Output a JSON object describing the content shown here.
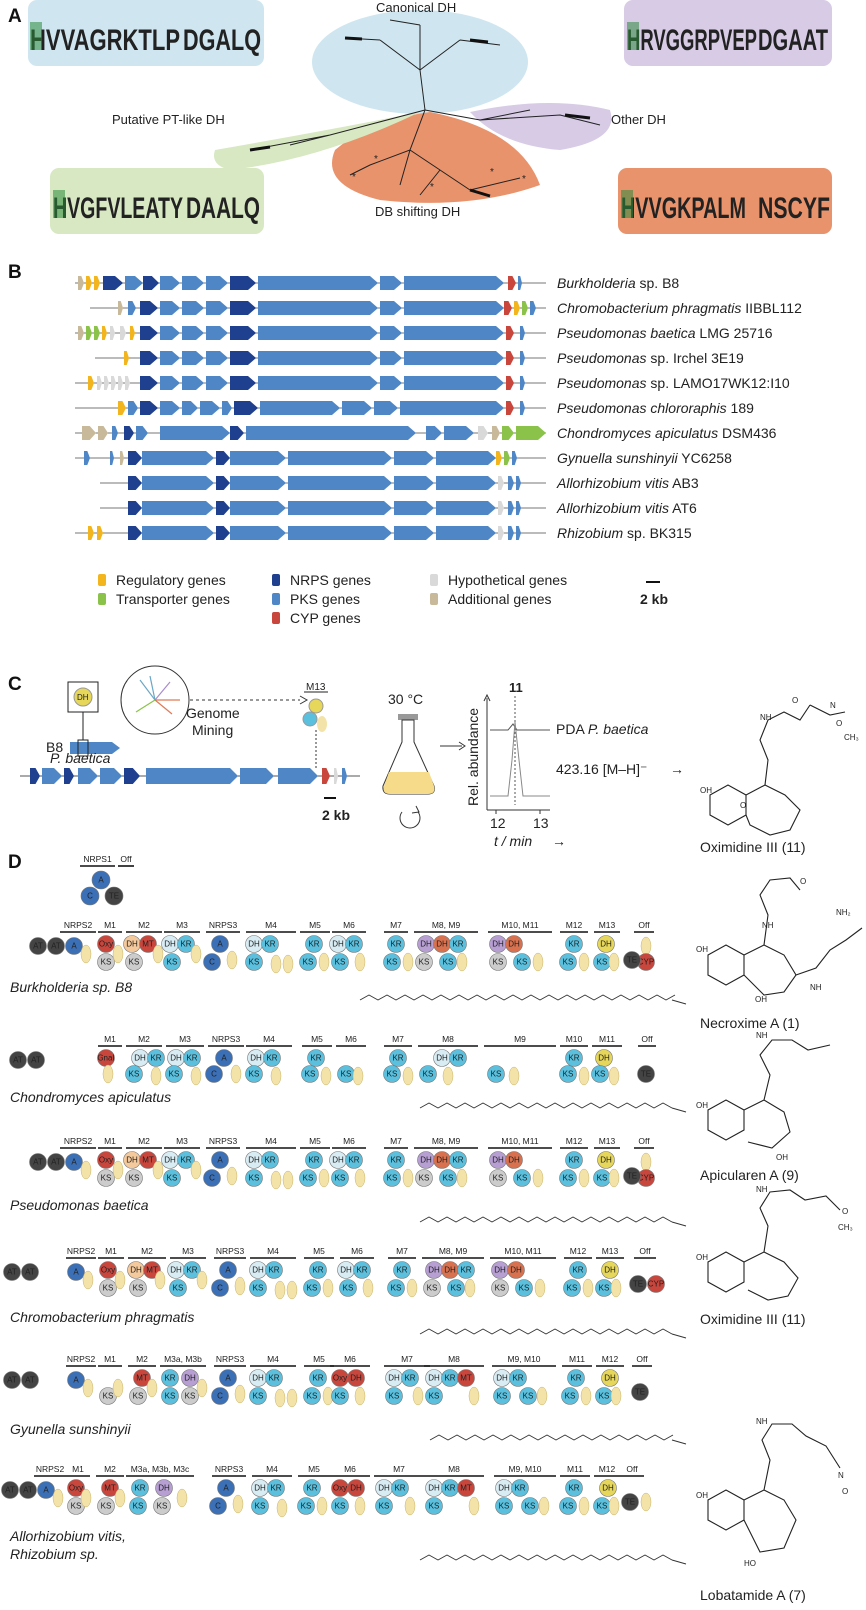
{
  "panel_labels": {
    "a": "A",
    "b": "B",
    "c": "C",
    "d": "D"
  },
  "panel_a": {
    "clades": [
      {
        "name": "Canonical DH",
        "color": "#cfe6f0"
      },
      {
        "name": "Other DH",
        "color": "#d7cbe6"
      },
      {
        "name": "DB shifting DH",
        "color": "#e8936c"
      },
      {
        "name": "Putative PT-like DH",
        "color": "#d7e8c2"
      }
    ],
    "logos": [
      {
        "left": "HVVAGRKTLP",
        "right": "DGALQ",
        "color": "#cfe6f0"
      },
      {
        "left": "HRVGGRPVEP",
        "right": "DGAAT",
        "color": "#d7cbe6"
      },
      {
        "left": "HVGFVLEATY",
        "right": "DAALQ",
        "color": "#d7e8c2"
      },
      {
        "left": "HVVGKPALM",
        "right": "NSCYF",
        "color": "#e8936c"
      }
    ]
  },
  "panel_b": {
    "organisms": [
      {
        "genus": "Burkholderia",
        "rest": " sp. B8",
        "species_italic": false
      },
      {
        "genus": "Chromobacterium phragmatis",
        "rest": " IIBBL112"
      },
      {
        "genus": "Pseudomonas baetica",
        "rest": " LMG 25716"
      },
      {
        "genus": "Pseudomonas",
        "rest": " sp. Irchel 3E19"
      },
      {
        "genus": "Pseudomonas",
        "rest": " sp. LAMO17WK12:I10"
      },
      {
        "genus": "Pseudomonas chlororaphis",
        "rest": " 189"
      },
      {
        "genus": "Chondromyces apiculatus",
        "rest": " DSM436"
      },
      {
        "genus": "Gynuella sunshinyii",
        "rest": " YC6258"
      },
      {
        "genus": "Allorhizobium vitis",
        "rest": " AB3"
      },
      {
        "genus": "Allorhizobium vitis",
        "rest": " AT6"
      },
      {
        "genus": "Rhizobium",
        "rest": " sp. BK315"
      }
    ],
    "legend": [
      {
        "label": "Regulatory genes",
        "color": "#f3b51e"
      },
      {
        "label": "Transporter genes",
        "color": "#8bc34a"
      },
      {
        "label": "NRPS genes",
        "color": "#1f3f8f"
      },
      {
        "label": "PKS genes",
        "color": "#4f86c6"
      },
      {
        "label": "CYP genes",
        "color": "#c9463d"
      },
      {
        "label": "Hypothetical genes",
        "color": "#d9d9d9"
      },
      {
        "label": "Additional genes",
        "color": "#c8b99a"
      }
    ],
    "scale": "2 kb"
  },
  "panel_c": {
    "dh": "DH",
    "b8": "B8",
    "mining": "Genome\nMining",
    "mining1": "Genome",
    "mining2": "Mining",
    "m13": "M13",
    "ks": "KS",
    "p_baetica": "P. baetica",
    "scale": "2 kb",
    "temp": "30 °C",
    "peak": "11",
    "trace1": "PDA P. baetica",
    "trace2": "423.16 [M–H]⁻",
    "yaxis": "Rel. abundance",
    "xaxis": "t / min",
    "tick1": "12",
    "tick2": "13",
    "compound": "Oximidine III (11)"
  },
  "panel_d": {
    "rows": [
      {
        "organism": "Burkholderia sp. B8",
        "product": "Necroxime A (1)"
      },
      {
        "organism": "Chondromyces apiculatus",
        "product": "Apicularen A (9)"
      },
      {
        "organism": "Pseudomonas baetica",
        "product": ""
      },
      {
        "organism": "Chromobacterium phragmatis",
        "product": "Oximidine III (11)"
      },
      {
        "organism": "Gyunella sunshinyii",
        "product": ""
      },
      {
        "organism": "Allorhizobium vitis,",
        "organism2": "Rhizobium sp.",
        "product": "Lobatamide A (7)"
      }
    ],
    "colors": {
      "KS": "#5bc0de",
      "DH": "#d8ecf3",
      "KR": "#5bc0de",
      "MT": "#c9463d",
      "Oxy": "#c9463d",
      "A": "#3b6fb6",
      "C": "#3b6fb6",
      "TE": "#444444",
      "AT": "#444444",
      "ACP": "#f0d26b",
      "CYP": "#c9463d",
      "ACPbar": "#f3e3a8",
      "DHv": "#b79fd3",
      "DHy": "#e6d65a"
    }
  }
}
